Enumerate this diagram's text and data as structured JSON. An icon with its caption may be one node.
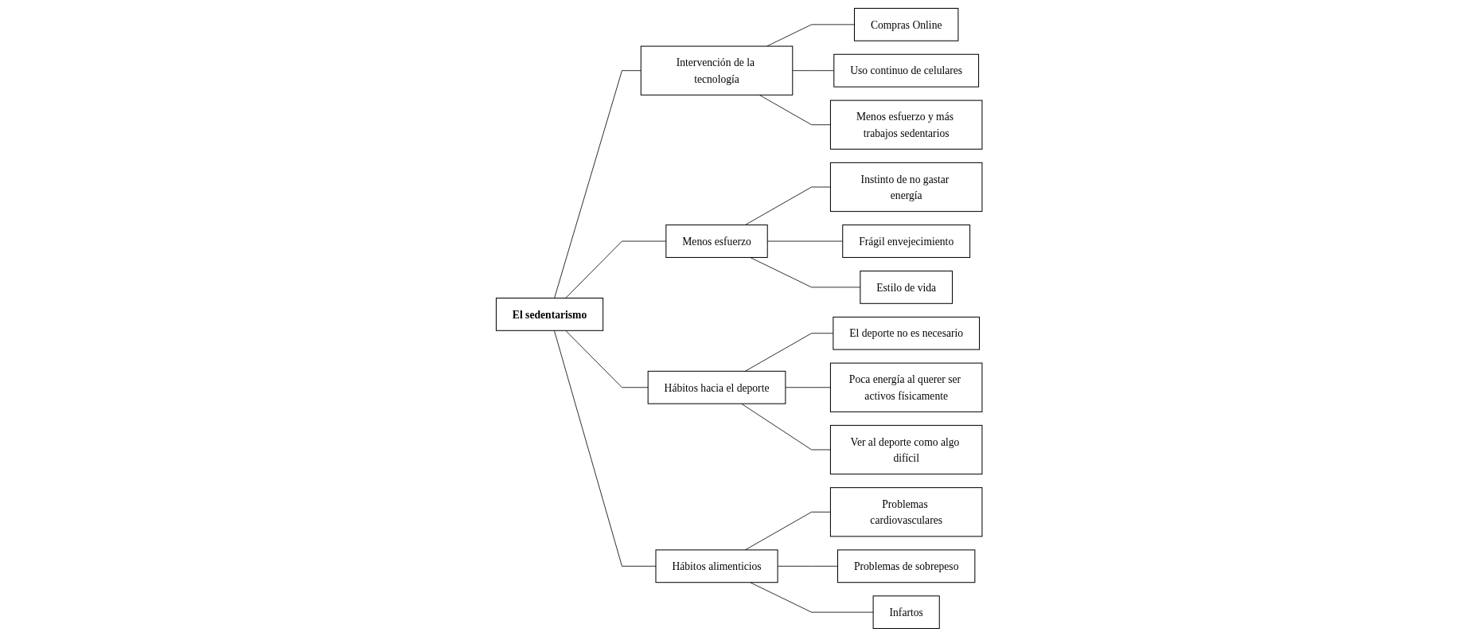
{
  "diagram": {
    "nodes": [
      {
        "text": [
          "El sedentarismo"
        ]
      },
      {
        "text": [
          "Intervención de la tecnología"
        ]
      },
      {
        "text": [
          "Compras Online"
        ]
      },
      {
        "text": [
          "Uso continuo de celulares"
        ]
      },
      {
        "text": [
          "Menos esfuerzo y más trabajos sedentarios"
        ]
      },
      {
        "text": [
          "Menos esfuerzo"
        ]
      },
      {
        "text": [
          "Instinto de no gastar energía"
        ]
      },
      {
        "text": [
          "Frágil envejecimiento"
        ]
      },
      {
        "text": [
          "Estilo de vida"
        ]
      },
      {
        "text": [
          "Hábitos hacia el deporte"
        ]
      },
      {
        "text": [
          "El deporte no es necesario"
        ]
      },
      {
        "text": [
          "Poca energía al querer ser activos físicamente"
        ]
      },
      {
        "text": [
          "Ver al deporte como algo difícil"
        ]
      },
      {
        "text": [
          "Hábitos alimenticios"
        ]
      },
      {
        "text": [
          "Problemas cardiovasculares"
        ]
      },
      {
        "text": [
          "Problemas de sobrepeso"
        ]
      },
      {
        "text": [
          "Infartos"
        ]
      }
    ],
    "edges": [
      {
        "from": 0,
        "to": 1,
        "arrow": "none"
      },
      {
        "from": 0,
        "to": 5,
        "arrow": "none"
      },
      {
        "from": 0,
        "to": 9,
        "arrow": "none"
      },
      {
        "from": 0,
        "to": 13,
        "arrow": "none"
      },
      {
        "from": 1,
        "to": 2,
        "arrow": "none"
      },
      {
        "from": 1,
        "to": 3,
        "arrow": "none"
      },
      {
        "from": 1,
        "to": 4,
        "arrow": "none"
      },
      {
        "from": 5,
        "to": 6,
        "arrow": "none"
      },
      {
        "from": 5,
        "to": 7,
        "arrow": "none"
      },
      {
        "from": 5,
        "to": 8,
        "arrow": "none"
      },
      {
        "from": 9,
        "to": 10,
        "arrow": "none"
      },
      {
        "from": 9,
        "to": 11,
        "arrow": "none"
      },
      {
        "from": 9,
        "to": 12,
        "arrow": "none"
      },
      {
        "from": 13,
        "to": 14,
        "arrow": "none"
      },
      {
        "from": 13,
        "to": 15,
        "arrow": "none"
      },
      {
        "from": 13,
        "to": 16,
        "arrow": "none"
      }
    ]
  }
}
